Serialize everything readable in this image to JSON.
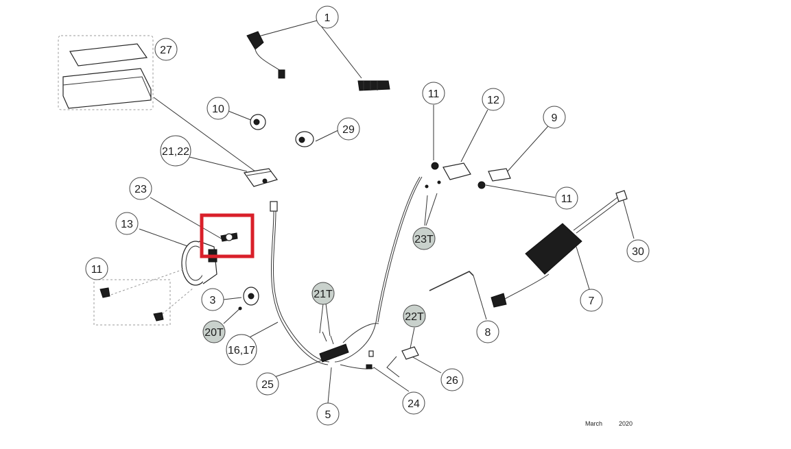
{
  "callouts": [
    {
      "id": "c1",
      "label": "1",
      "shaded": false
    },
    {
      "id": "c27",
      "label": "27",
      "shaded": false
    },
    {
      "id": "c10",
      "label": "10",
      "shaded": false
    },
    {
      "id": "c29",
      "label": "29",
      "shaded": false
    },
    {
      "id": "c2122",
      "label": "21,22",
      "shaded": false
    },
    {
      "id": "c23",
      "label": "23",
      "shaded": false
    },
    {
      "id": "c13",
      "label": "13",
      "shaded": false
    },
    {
      "id": "c11a",
      "label": "11",
      "shaded": false
    },
    {
      "id": "c11b",
      "label": "11",
      "shaded": false
    },
    {
      "id": "c11c",
      "label": "11",
      "shaded": false
    },
    {
      "id": "c12",
      "label": "12",
      "shaded": false
    },
    {
      "id": "c9",
      "label": "9",
      "shaded": false
    },
    {
      "id": "c23T",
      "label": "23T",
      "shaded": true
    },
    {
      "id": "c30",
      "label": "30",
      "shaded": false
    },
    {
      "id": "c7",
      "label": "7",
      "shaded": false
    },
    {
      "id": "c3",
      "label": "3",
      "shaded": false
    },
    {
      "id": "c20T",
      "label": "20T",
      "shaded": true
    },
    {
      "id": "c21T",
      "label": "21T",
      "shaded": true
    },
    {
      "id": "c22T",
      "label": "22T",
      "shaded": true
    },
    {
      "id": "c8",
      "label": "8",
      "shaded": false
    },
    {
      "id": "c1617",
      "label": "16,17",
      "shaded": false
    },
    {
      "id": "c25",
      "label": "25",
      "shaded": false
    },
    {
      "id": "c26",
      "label": "26",
      "shaded": false
    },
    {
      "id": "c24",
      "label": "24",
      "shaded": false
    },
    {
      "id": "c5",
      "label": "5",
      "shaded": false
    }
  ],
  "footer": {
    "month": "March",
    "year": "2020"
  },
  "colors": {
    "highlight": "#d9202a",
    "shaded_callout": "#c9d1cc",
    "line": "#333333"
  }
}
